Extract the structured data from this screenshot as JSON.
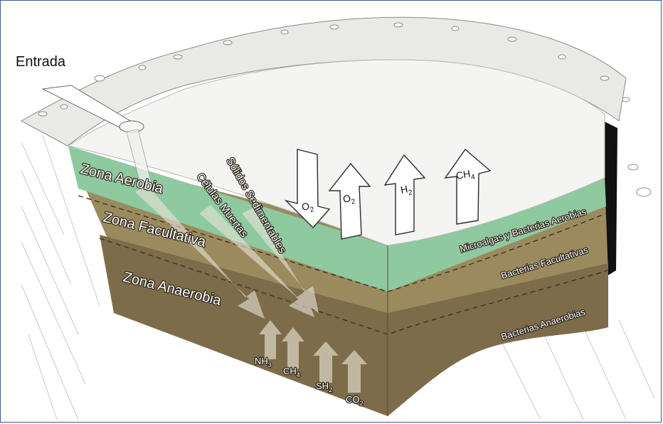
{
  "entry_label": "Entrada",
  "zones": {
    "aerobic": "Zona Aerobia",
    "facultative": "Zona Facultativa",
    "anaerobic": "Zona Anaerobia"
  },
  "flows": {
    "dead_cells": "Células Muertas",
    "sediments": "Sólidos Sedimentables"
  },
  "surface_gases": {
    "o2_down": {
      "base": "O",
      "sub": "2"
    },
    "o2_up": {
      "base": "O",
      "sub": "2"
    },
    "h2": {
      "base": "H",
      "sub": "2"
    },
    "ch4": {
      "base": "CH",
      "sub": "4"
    }
  },
  "bottom_gases": {
    "nh3": {
      "base": "NH",
      "sub": "3"
    },
    "ch4": {
      "base": "CH",
      "sub": "4"
    },
    "sh2": {
      "base": "SH",
      "sub": "2"
    },
    "co2": {
      "base": "CO",
      "sub": "2"
    }
  },
  "side_labels": {
    "aerobic_bacteria": "Microalgas y Bacterias Aerobias",
    "facultative_bacteria": "Bacterias Facultativas",
    "anaerobic_bacteria": "Bacterias Anaerobias"
  },
  "colors": {
    "aerobic_layer": "#8ec9a0",
    "facultative_layer": "#9a8a5e",
    "anaerobic_layer": "#7d6c4a",
    "surface": "#f4f4f2",
    "frame": "#2f5f9e"
  }
}
